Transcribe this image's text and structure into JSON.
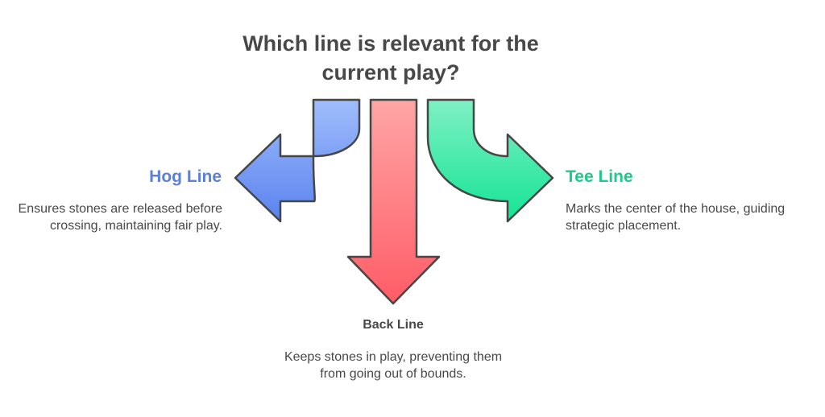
{
  "title": {
    "line1": "Which line is relevant for the",
    "line2": "current play?"
  },
  "options": {
    "hog": {
      "name": "Hog Line",
      "desc_line1": "Ensures stones are released before",
      "desc_line2": "crossing, maintaining fair play.",
      "color": "#5a7fdc"
    },
    "back": {
      "name": "Back Line",
      "desc_line1": "Keeps stones in play, preventing them",
      "desc_line2": "from going out of bounds.",
      "color": "#ff6b6b"
    },
    "tee": {
      "name": "Tee Line",
      "desc_line1": "Marks the center of the house, guiding",
      "desc_line2": "strategic placement.",
      "color": "#1ec98c"
    }
  }
}
